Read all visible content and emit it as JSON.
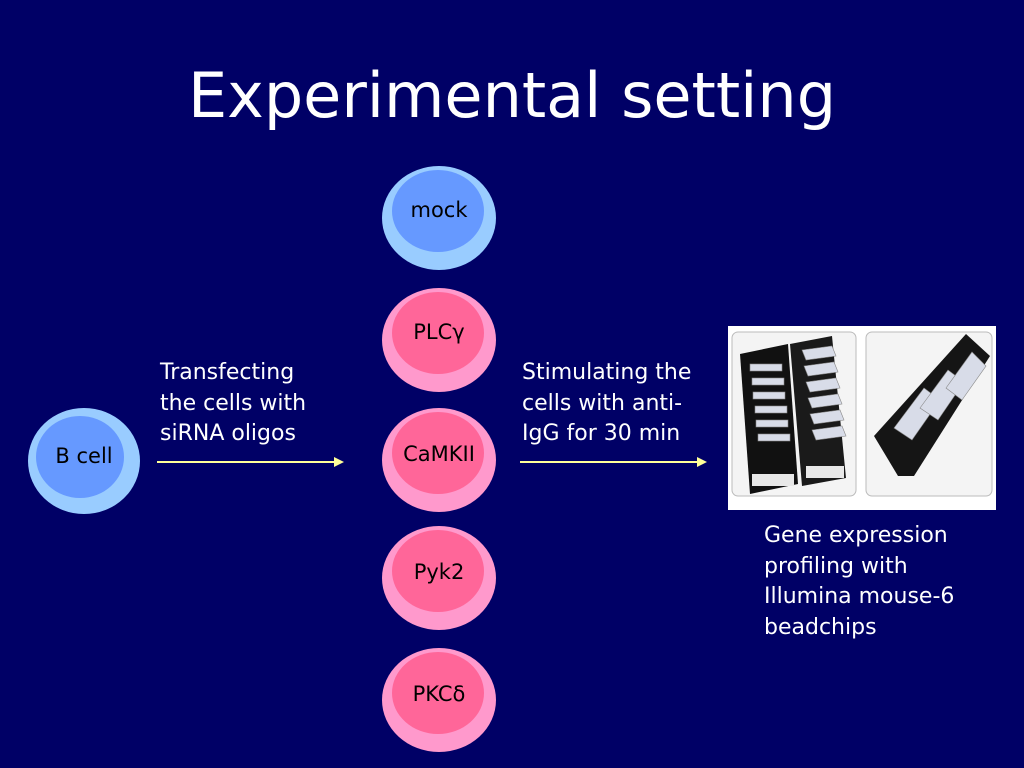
{
  "slide": {
    "title": "Experimental setting",
    "background_color": "#000066"
  },
  "source_cell": {
    "label": "B cell",
    "outer_color": "#99ccff",
    "inner_color": "#6699ff"
  },
  "steps": {
    "transfect_text": "Transfecting\nthe cells with\nsiRNA oligos",
    "stimulate_text": "Stimulating the\ncells with anti-\nIgG for 30 min",
    "profile_text": "Gene expression\nprofiling with\nIllumina mouse-6\nbeadchips"
  },
  "conditions": [
    {
      "label": "mock",
      "outer_color": "#99ccff",
      "inner_color": "#6699ff"
    },
    {
      "label": "PLCγ",
      "outer_color": "#ff99cc",
      "inner_color": "#ff6699"
    },
    {
      "label": "CaMKII",
      "outer_color": "#ff99cc",
      "inner_color": "#ff6699"
    },
    {
      "label": "Pyk2",
      "outer_color": "#ff99cc",
      "inner_color": "#ff6699"
    },
    {
      "label": "PKCδ",
      "outer_color": "#ff99cc",
      "inner_color": "#ff6699"
    }
  ],
  "arrow_color": "#ffff99",
  "image": {
    "icon": "beadchip-photo-icon"
  }
}
